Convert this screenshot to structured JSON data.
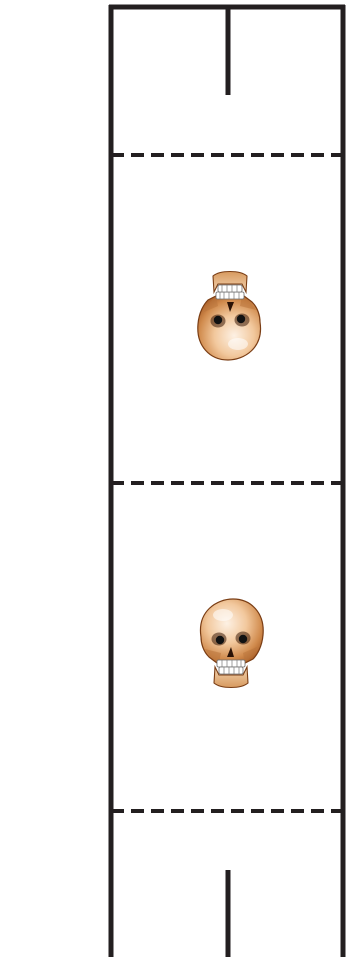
{
  "colors": {
    "background": "#ffffff",
    "line": "#231f20",
    "skull_light": "#fbe6d0",
    "skull_mid": "#eebd8f",
    "skull_dark": "#b86d33",
    "skull_shadow": "#7a3d14",
    "eye": "#111111",
    "teeth": "#ffffff"
  },
  "diagram": {
    "sections": 4,
    "dividers": 3,
    "end_marks": [
      "top-center-line",
      "bottom-center-line"
    ],
    "icons": [
      {
        "name": "skull-icon",
        "orientation": "upside-down",
        "section": 2
      },
      {
        "name": "skull-icon",
        "orientation": "upright",
        "section": 3
      }
    ]
  }
}
